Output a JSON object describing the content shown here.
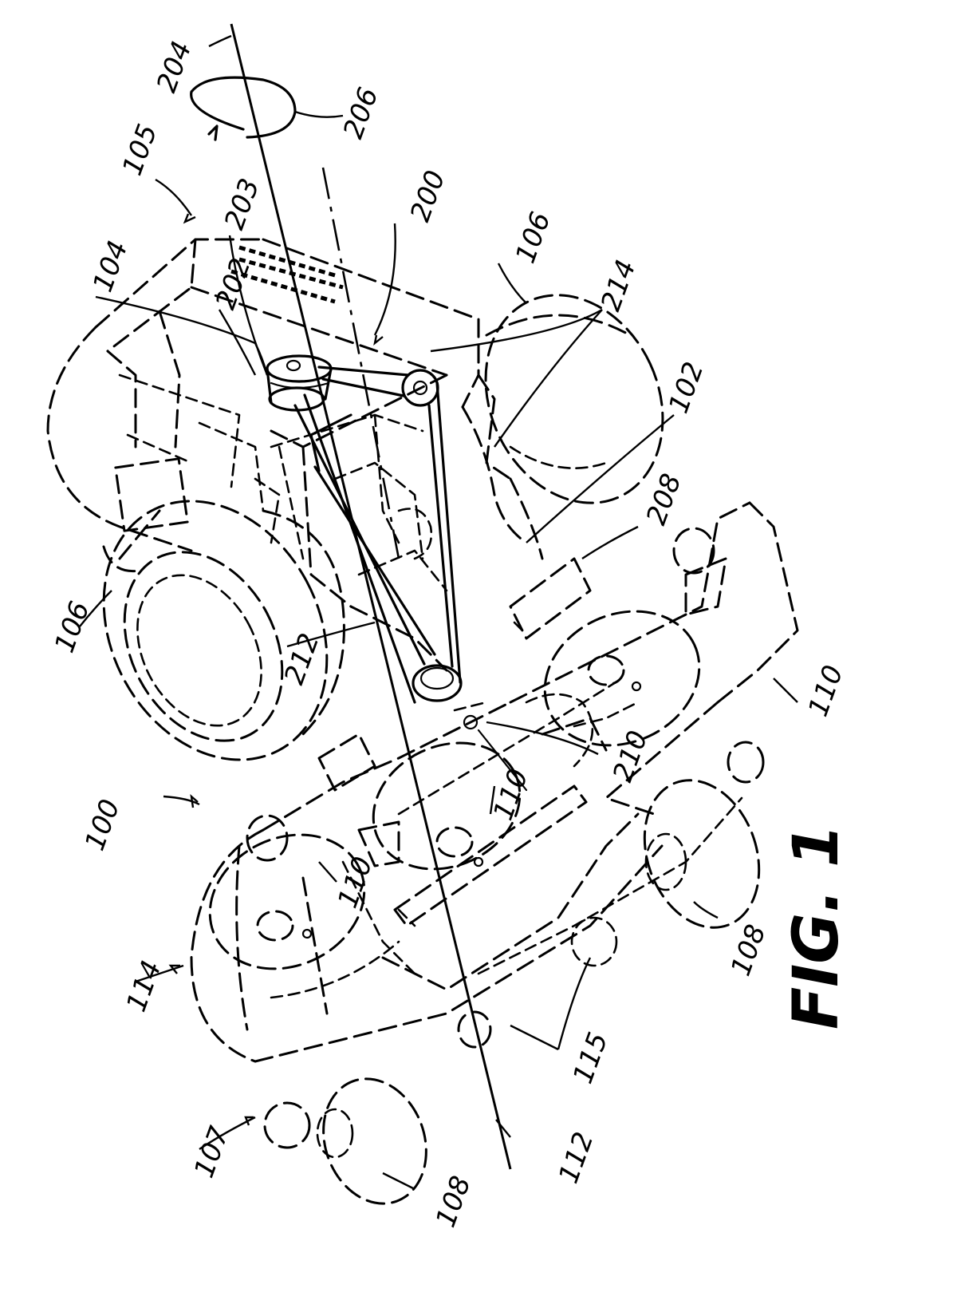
{
  "figure": {
    "caption": "FIG. 1",
    "labels": {
      "l100": "100",
      "l102": "102",
      "l104": "104",
      "l105": "105",
      "l106a": "106",
      "l106b": "106",
      "l107": "107",
      "l108a": "108",
      "l108b": "108",
      "l110a": "110",
      "l110b": "110",
      "l110c": "110",
      "l112": "112",
      "l114": "114",
      "l115": "115",
      "l200": "200",
      "l202": "202",
      "l203": "203",
      "l204": "204",
      "l206": "206",
      "l208": "208",
      "l210": "210",
      "l212": "212",
      "l214": "214"
    }
  }
}
